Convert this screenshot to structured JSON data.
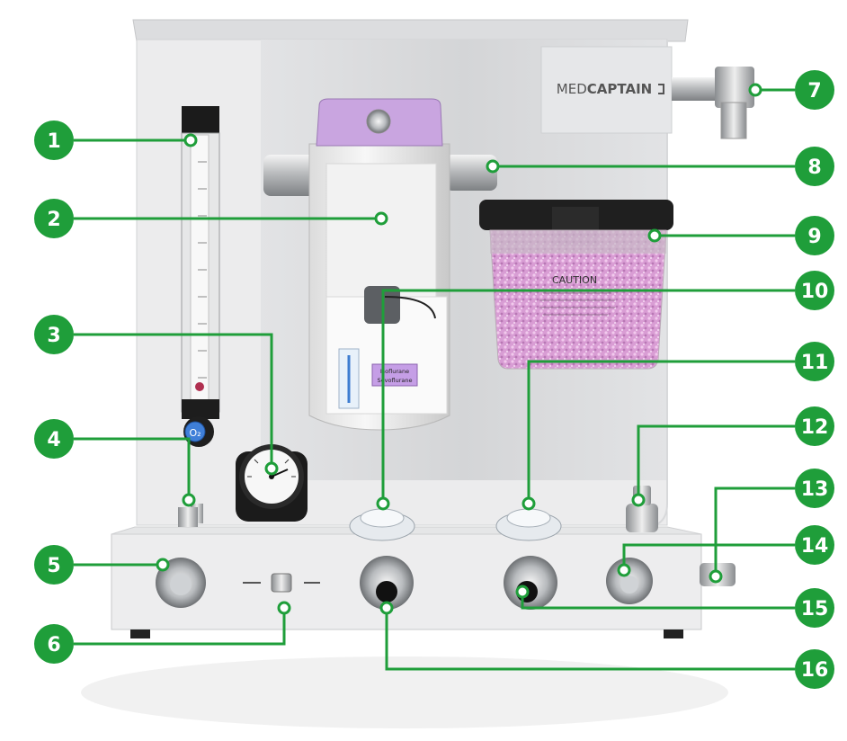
{
  "brand": {
    "prefix": "MED",
    "suffix": "CAPTAIN"
  },
  "caution_label": "CAUTION",
  "o2_label": "O₂",
  "vaporizer_label": [
    "Isoflurane",
    "Sevoflurane"
  ],
  "callouts": [
    "1",
    "2",
    "3",
    "4",
    "5",
    "6",
    "7",
    "8",
    "9",
    "10",
    "11",
    "12",
    "13",
    "14",
    "15",
    "16"
  ],
  "colors": {
    "callout_green": "#1f9e3a",
    "frame": "#e9eaeb",
    "back_panel": "#d9dadc",
    "lime_granules": "#d99ad4",
    "vaporizer_lid": "#c9a5e0"
  }
}
